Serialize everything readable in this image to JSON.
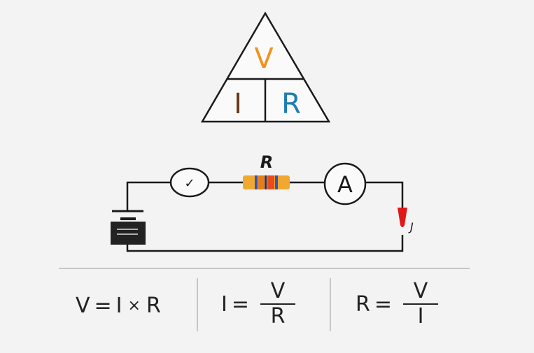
{
  "triangle": {
    "top": "V",
    "bottom_left": "I",
    "bottom_right": "R",
    "colors": {
      "V": "#f0921e",
      "I": "#6b3a1f",
      "R": "#1f7db0"
    }
  },
  "circuit": {
    "resistor_label": "R",
    "ammeter_label": "A",
    "meter_glyph": "✓",
    "switch_label": "J",
    "resistor_colors": {
      "body": "#f0a830",
      "band_blue": "#2a56c8",
      "band_orange": "#e87c1a",
      "band_red": "#e84c1c",
      "band_dark": "#3a2a6a"
    },
    "probe_color": "#e01818"
  },
  "formulas": [
    {
      "lhs": "V",
      "eq": "=",
      "a": "I",
      "op": "×",
      "b": "R"
    },
    {
      "lhs": "I",
      "eq": "=",
      "num": "V",
      "den": "R"
    },
    {
      "lhs": "R",
      "eq": "=",
      "num": "V",
      "den": "I"
    }
  ]
}
